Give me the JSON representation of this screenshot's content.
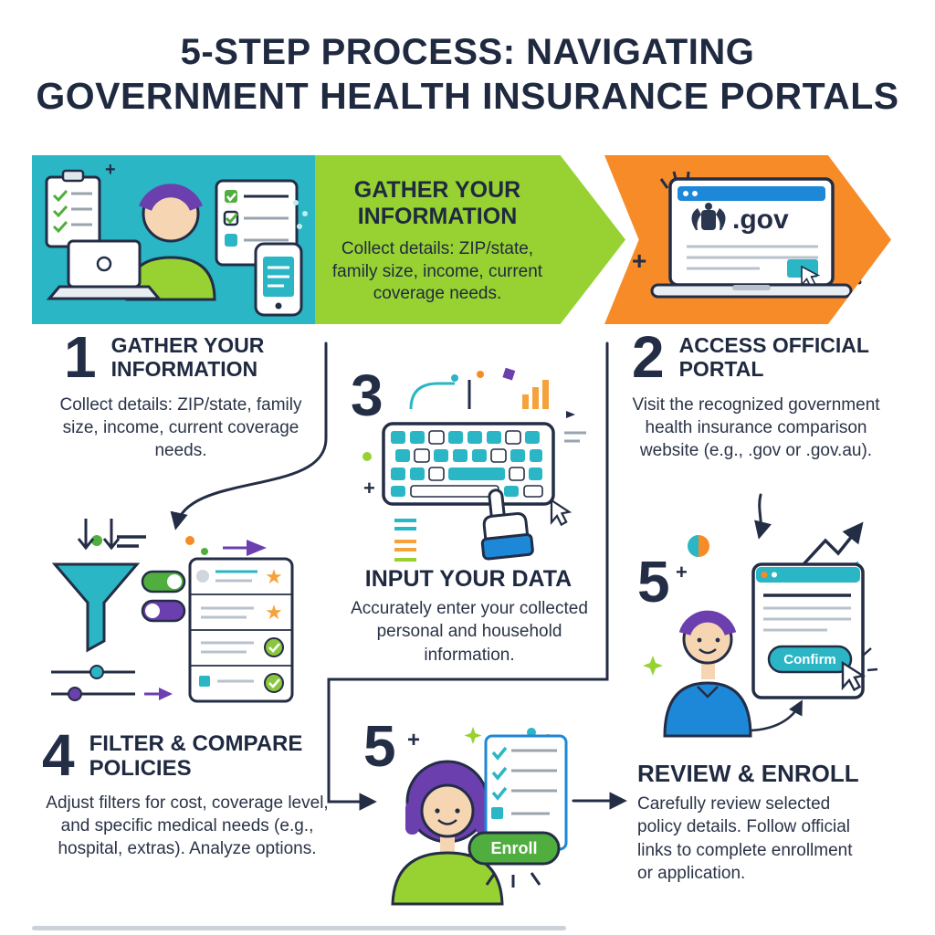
{
  "title": {
    "line1": "5-STEP PROCESS: NAVIGATING",
    "line2": "GOVERNMENT HEALTH INSURANCE PORTALS"
  },
  "banner": {
    "heading": "GATHER YOUR INFORMATION",
    "body": "Collect details: ZIP/state, family size, income, current coverage needs.",
    "gov_label": ".gov"
  },
  "steps": {
    "step1": {
      "number": "1",
      "title": "GATHER YOUR INFORMATION",
      "body": "Collect details: ZIP/state, family size, income, current coverage needs."
    },
    "step2": {
      "number": "2",
      "title": "ACCESS OFFICIAL PORTAL",
      "body": "Visit the recognized government health insurance comparison website (e.g., .gov or .gov.au)."
    },
    "step3": {
      "number": "3",
      "title": "INPUT YOUR DATA",
      "body": "Accurately enter your collected personal and household information."
    },
    "step4": {
      "number": "4",
      "title": "FILTER & COMPARE POLICIES",
      "body": "Adjust filters for cost, coverage level, and specific medical needs (e.g., hospital, extras). Analyze options."
    },
    "step5_center": {
      "number": "5",
      "enroll_button": "Enroll"
    },
    "step5_right": {
      "number": "5",
      "confirm_button": "Confirm",
      "title": "REVIEW & ENROLL",
      "body": "Carefully review selected policy details. Follow official links to complete enrollment or application."
    }
  },
  "icons": {
    "plus": "+",
    "star": "★"
  },
  "colors": {
    "navy": "#232d45",
    "teal": "#2ab6c5",
    "lime_green": "#97d232",
    "orange": "#f68b28",
    "purple": "#6b3fae",
    "blue": "#1d87d8",
    "button_green": "#4fae3d"
  }
}
